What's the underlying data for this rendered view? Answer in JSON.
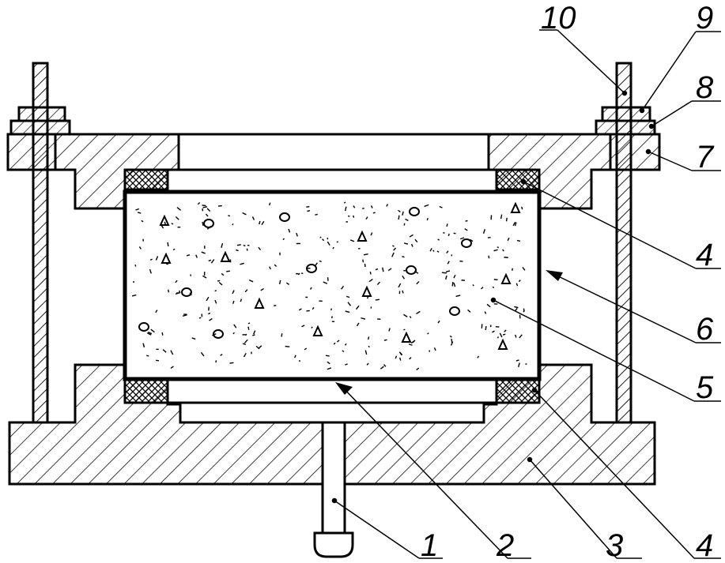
{
  "labels": {
    "n1": "1",
    "n2": "2",
    "n3": "3",
    "n4_top": "4",
    "n4_bottom": "4",
    "n5": "5",
    "n6": "6",
    "n7": "7",
    "n8": "8",
    "n9": "9",
    "n10": "10"
  },
  "colors": {
    "line": "#000000",
    "background": "#ffffff"
  }
}
